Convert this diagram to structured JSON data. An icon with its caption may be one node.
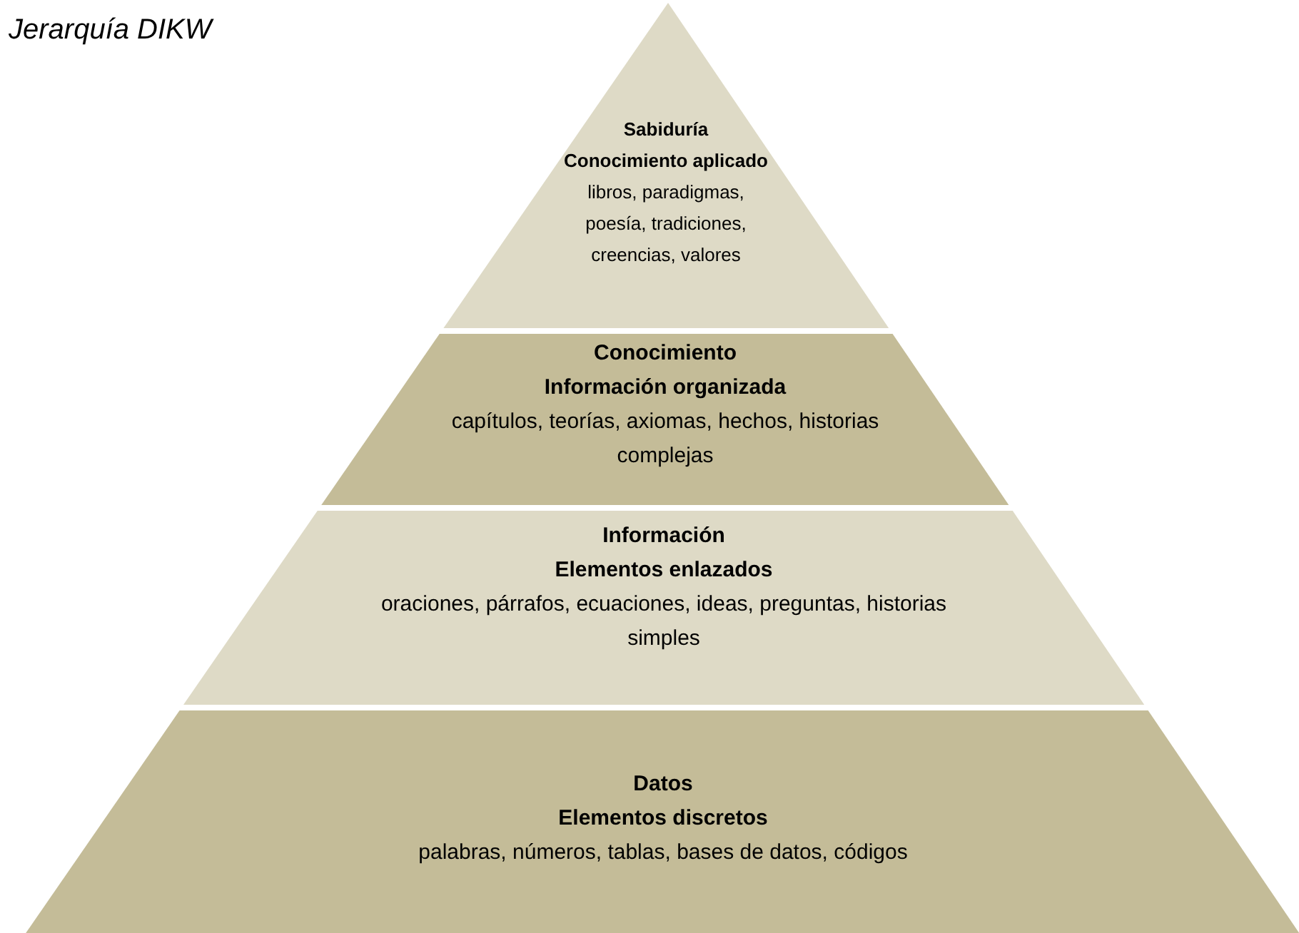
{
  "diagram": {
    "title": "Jerarquía DIKW",
    "nodes": [
      {
        "text": [
          "Sabiduría",
          "Conocimiento aplicado",
          "libros, paradigmas, poesía, tradiciones, creencias, valores"
        ]
      },
      {
        "text": [
          "Conocimiento",
          "Información organizada",
          "capítulos, teorías, axiomas, hechos, historias complejas"
        ]
      },
      {
        "text": [
          "Información",
          "Elementos enlazados",
          "oraciones, párrafos, ecuaciones, ideas, preguntas, historias simples"
        ]
      },
      {
        "text": [
          "Datos",
          "Elementos discretos",
          "palabras, números, tablas, bases de datos, códigos"
        ]
      }
    ]
  }
}
